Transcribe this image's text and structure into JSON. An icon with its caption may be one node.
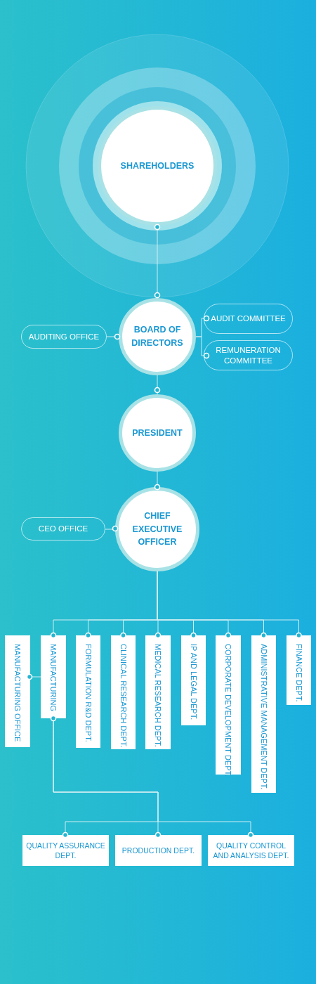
{
  "diagram": {
    "nodes": [
      {
        "text": [
          "SHAREHOLDERS"
        ]
      },
      {
        "text": [
          "BOARD OF DIRECTORS"
        ]
      },
      {
        "text": [
          "AUDITING OFFICE"
        ]
      },
      {
        "text": [
          "AUDIT COMMITTEE"
        ]
      },
      {
        "text": [
          "REMUNERATION COMMITTEE"
        ]
      },
      {
        "text": [
          "PRESIDENT"
        ]
      },
      {
        "text": [
          "CEO OFFICE"
        ]
      },
      {
        "text": [
          "CHIEF EXECUTIVE OFFICER"
        ]
      },
      {
        "text": [
          "MANUFACTURING OFFICE"
        ]
      },
      {
        "text": [
          "MANUFACTURING"
        ]
      },
      {
        "text": [
          "FORMULATION R&D DEPT."
        ]
      },
      {
        "text": [
          "CLINICAL RESEARCH DEPT."
        ]
      },
      {
        "text": [
          "MEDICAL RESEARCH DEPT."
        ]
      },
      {
        "text": [
          "IP AND LEGAL DEPT."
        ]
      },
      {
        "text": [
          "CORPORATE DEVELOPMENT DEPT."
        ]
      },
      {
        "text": [
          "ADMINISTRATIVE MANAGEMENT DEPT."
        ]
      },
      {
        "text": [
          "FINANCE DEPT."
        ]
      },
      {
        "text": [
          "QUALITY ASSURANCE DEPT."
        ]
      },
      {
        "text": [
          "PRODUCTION DEPT."
        ]
      },
      {
        "text": [
          "QUALITY CONTROL AND ANALYSIS DEPT."
        ]
      }
    ],
    "edges": [
      {
        "from": 0,
        "to": 1,
        "arrow": "none"
      },
      {
        "from": 1,
        "to": 2,
        "arrow": "none"
      },
      {
        "from": 1,
        "to": 3,
        "arrow": "none"
      },
      {
        "from": 1,
        "to": 4,
        "arrow": "none"
      },
      {
        "from": 1,
        "to": 5,
        "arrow": "none"
      },
      {
        "from": 5,
        "to": 7,
        "arrow": "none"
      },
      {
        "from": 7,
        "to": 6,
        "arrow": "none"
      },
      {
        "from": 7,
        "to": 9,
        "arrow": "none"
      },
      {
        "from": 7,
        "to": 10,
        "arrow": "none"
      },
      {
        "from": 7,
        "to": 11,
        "arrow": "none"
      },
      {
        "from": 7,
        "to": 12,
        "arrow": "none"
      },
      {
        "from": 7,
        "to": 13,
        "arrow": "none"
      },
      {
        "from": 7,
        "to": 14,
        "arrow": "none"
      },
      {
        "from": 7,
        "to": 15,
        "arrow": "none"
      },
      {
        "from": 7,
        "to": 16,
        "arrow": "none"
      },
      {
        "from": 9,
        "to": 8,
        "arrow": "none"
      },
      {
        "from": 9,
        "to": 17,
        "arrow": "none"
      },
      {
        "from": 9,
        "to": 18,
        "arrow": "none"
      },
      {
        "from": 9,
        "to": 19,
        "arrow": "none"
      }
    ]
  }
}
